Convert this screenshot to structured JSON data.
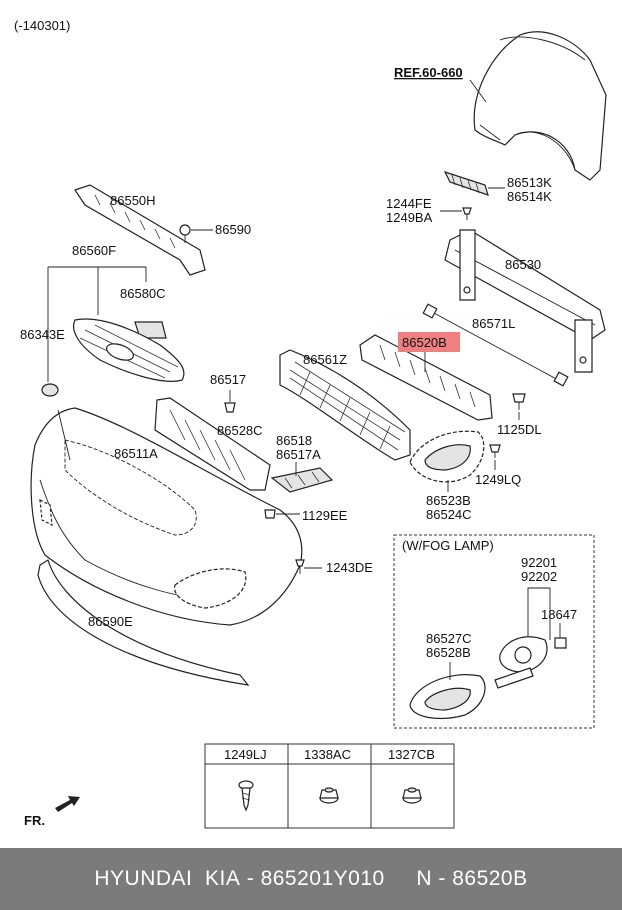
{
  "header": {
    "code": "(-140301)"
  },
  "ref_label": "REF.60-660",
  "callouts": {
    "p86513k": "86513K",
    "p86514k": "86514K",
    "p1244fe": "1244FE",
    "p1249ba": "1249BA",
    "p86550h": "86550H",
    "p86590": "86590",
    "p86530": "86530",
    "p86560f": "86560F",
    "p86580c": "86580C",
    "p86571l": "86571L",
    "p86343e": "86343E",
    "p86520b": "86520B",
    "p86561z": "86561Z",
    "p86517": "86517",
    "p1125dl": "1125DL",
    "p86528c": "86528C",
    "p86518": "86518",
    "p86517a": "86517A",
    "p86511a": "86511A",
    "p1249lq": "1249LQ",
    "p86523b": "86523B",
    "p86524c": "86524C",
    "p1129ee": "1129EE",
    "p1243de": "1243DE",
    "p86590e": "86590E"
  },
  "highlight_color": "#f08080",
  "fog_box": {
    "title": "(W/FOG LAMP)",
    "p92201": "92201",
    "p92202": "92202",
    "p18647": "18647",
    "p86527c": "86527C",
    "p86528b": "86528B"
  },
  "fasteners_table": {
    "headers": [
      "1249LJ",
      "1338AC",
      "1327CB"
    ]
  },
  "fr_label": "FR.",
  "footer": {
    "brand": "HYUNDAI  KIA",
    "part_number": "865201Y010",
    "n_label": "N",
    "n_code": "86520B"
  }
}
